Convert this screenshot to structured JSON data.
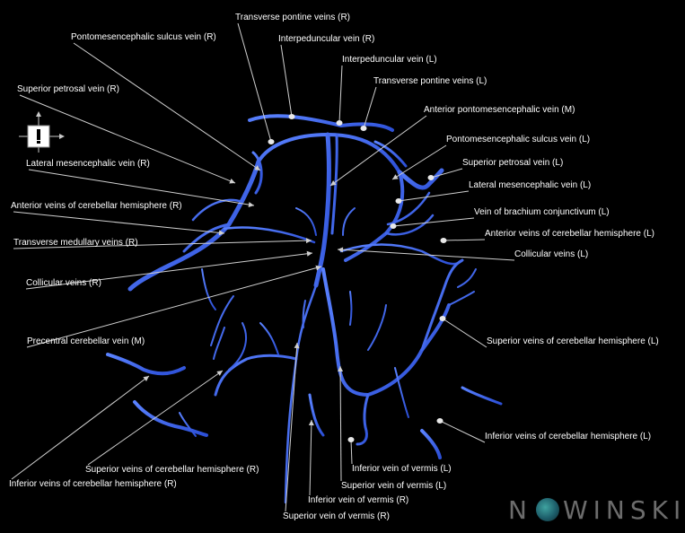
{
  "colors": {
    "background": "#000000",
    "vessel": "#2c4fd6",
    "vessel_highlight": "#5a82ff",
    "leader_line": "#d0d0d0",
    "label_text": "#ffffff",
    "logo_text": "#6c6c6c",
    "logo_emblem": "#2f8f8c"
  },
  "labels": [
    {
      "id": "transverse-pontine-veins-r",
      "text": "Transverse pontine veins (R)"
    },
    {
      "id": "pontomesencephalic-sulcus-vein-r",
      "text": "Pontomesencephalic sulcus vein (R)"
    },
    {
      "id": "interpeduncular-vein-r",
      "text": "Interpeduncular vein (R)"
    },
    {
      "id": "interpeduncular-vein-l",
      "text": "Interpeduncular vein (L)"
    },
    {
      "id": "superior-petrosal-vein-r",
      "text": "Superior petrosal vein (R)"
    },
    {
      "id": "transverse-pontine-veins-l",
      "text": "Transverse pontine veins (L)"
    },
    {
      "id": "anterior-pontomesencephalic-vein-m",
      "text": "Anterior pontomesencephalic vein (M)"
    },
    {
      "id": "pontomesencephalic-sulcus-vein-l",
      "text": "Pontomesencephalic sulcus vein (L)"
    },
    {
      "id": "lateral-mesencephalic-vein-r",
      "text": "Lateral mesencephalic vein (R)"
    },
    {
      "id": "superior-petrosal-vein-l",
      "text": "Superior petrosal vein (L)"
    },
    {
      "id": "lateral-mesencephalic-vein-l",
      "text": "Lateral mesencephalic vein (L)"
    },
    {
      "id": "anterior-veins-cerebellar-hemisphere-r",
      "text": "Anterior veins of cerebellar hemisphere (R)"
    },
    {
      "id": "vein-brachium-conjunctivum-l",
      "text": "Vein of brachium conjunctivum (L)"
    },
    {
      "id": "anterior-veins-cerebellar-hemisphere-l",
      "text": "Anterior veins of cerebellar hemisphere (L)"
    },
    {
      "id": "transverse-medullary-veins-r",
      "text": "Transverse medullary veins (R)"
    },
    {
      "id": "collicular-veins-l",
      "text": "Collicular veins (L)"
    },
    {
      "id": "collicular-veins-r",
      "text": "Collicular veins (R)"
    },
    {
      "id": "superior-veins-cerebellar-hemisphere-l",
      "text": "Superior veins of cerebellar hemisphere (L)"
    },
    {
      "id": "precentral-cerebellar-vein-m",
      "text": "Precentral cerebellar vein (M)"
    },
    {
      "id": "inferior-veins-cerebellar-hemisphere-l",
      "text": "Inferior veins of cerebellar hemisphere (L)"
    },
    {
      "id": "superior-veins-cerebellar-hemisphere-r",
      "text": "Superior veins of cerebellar hemisphere (R)"
    },
    {
      "id": "inferior-vein-vermis-l",
      "text": "Inferior vein of vermis (L)"
    },
    {
      "id": "inferior-veins-cerebellar-hemisphere-r",
      "text": "Inferior veins of cerebellar hemisphere (R)"
    },
    {
      "id": "superior-vein-vermis-l",
      "text": "Superior vein of vermis (L)"
    },
    {
      "id": "inferior-vein-vermis-r",
      "text": "Inferior vein of vermis (R)"
    },
    {
      "id": "superior-vein-vermis-r",
      "text": "Superior vein of vermis (R)"
    }
  ],
  "orientation_icon": "orientation-cube-icon",
  "logo": {
    "text_before": "N",
    "text_after": "W",
    "text_end": "NSKI"
  }
}
